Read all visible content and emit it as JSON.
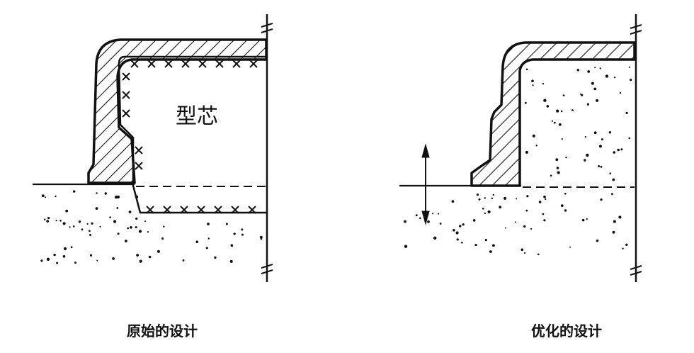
{
  "figures": [
    {
      "caption": "原始的设计",
      "core_label": "型芯"
    },
    {
      "caption": "优化的设计"
    }
  ],
  "colors": {
    "ink": "#111111",
    "background": "#ffffff"
  }
}
